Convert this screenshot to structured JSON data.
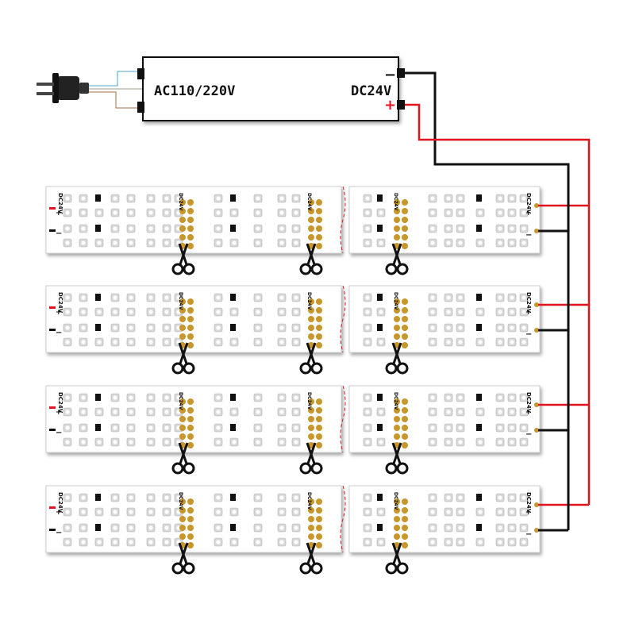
{
  "power_supply": {
    "input_label": "AC110/220V",
    "output_label": "DC24V",
    "minus_sign": "−",
    "plus_sign": "+"
  },
  "strip": {
    "voltage_label": "DC24V",
    "plus_sign": "+",
    "minus_sign": "−",
    "count": 4
  },
  "colors": {
    "positive_wire": "#e0141e",
    "negative_wire": "#111111",
    "pcb": "#ffffff",
    "copper_pad": "#c8962a",
    "led": "#d9d9d9",
    "resistor": "#111111"
  },
  "icons": [
    "plug-icon",
    "scissors-icon"
  ]
}
